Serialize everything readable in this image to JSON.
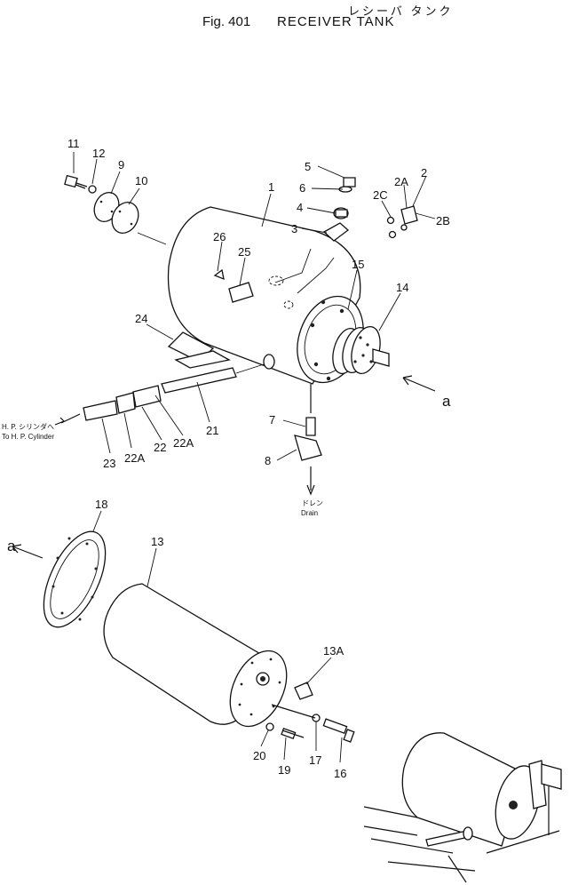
{
  "title": {
    "japanese": "レシーバ タンク",
    "figure": "Fig. 401",
    "name": "RECEIVER TANK"
  },
  "callouts": {
    "c1": "1",
    "c2": "2",
    "c2a": "2A",
    "c2b": "2B",
    "c2c": "2C",
    "c3": "3",
    "c4": "4",
    "c5": "5",
    "c6": "6",
    "c7": "7",
    "c8": "8",
    "c9": "9",
    "c10": "10",
    "c11": "11",
    "c12": "12",
    "c13": "13",
    "c13a": "13A",
    "c14": "14",
    "c15": "15",
    "c16": "16",
    "c17": "17",
    "c18": "18",
    "c19": "19",
    "c20": "20",
    "c21": "21",
    "c22": "22",
    "c22a_1": "22A",
    "c22a_2": "22A",
    "c23": "23",
    "c24": "24",
    "c25": "25",
    "c26": "26"
  },
  "view_marks": {
    "a_right": "a",
    "a_left": "a"
  },
  "notes": {
    "hp_jp": "H. P. シリンダへ",
    "hp_en": "To H. P. Cylinder",
    "drain_jp": "ドレン",
    "drain_en": "Drain"
  }
}
